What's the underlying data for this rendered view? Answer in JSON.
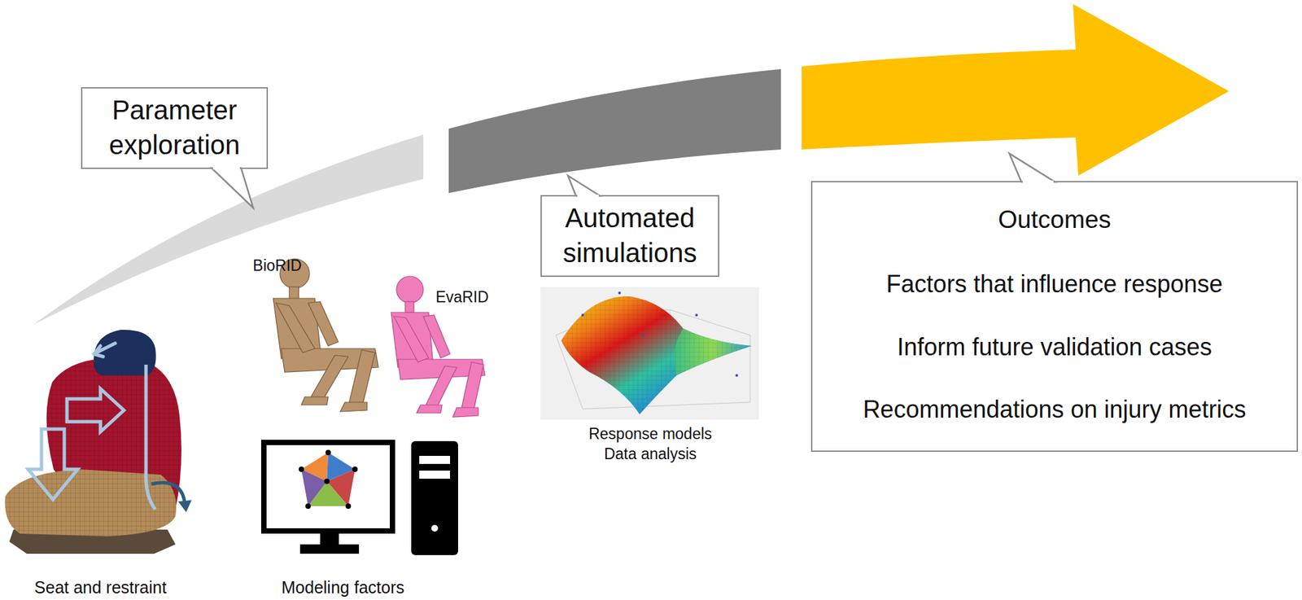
{
  "diagram": {
    "nodes": [
      {
        "text": [
          "Parameter exploration"
        ]
      },
      {
        "text": [
          "Automated simulations"
        ]
      },
      {
        "text": [
          "Outcomes",
          "Factors that influence response",
          "Inform future validation cases",
          "Recommendations on injury metrics"
        ]
      }
    ],
    "labels": [
      "BioRID",
      "EvaRID",
      "Response models",
      "Data analysis",
      "Seat and restraint",
      "Modeling factors"
    ]
  }
}
